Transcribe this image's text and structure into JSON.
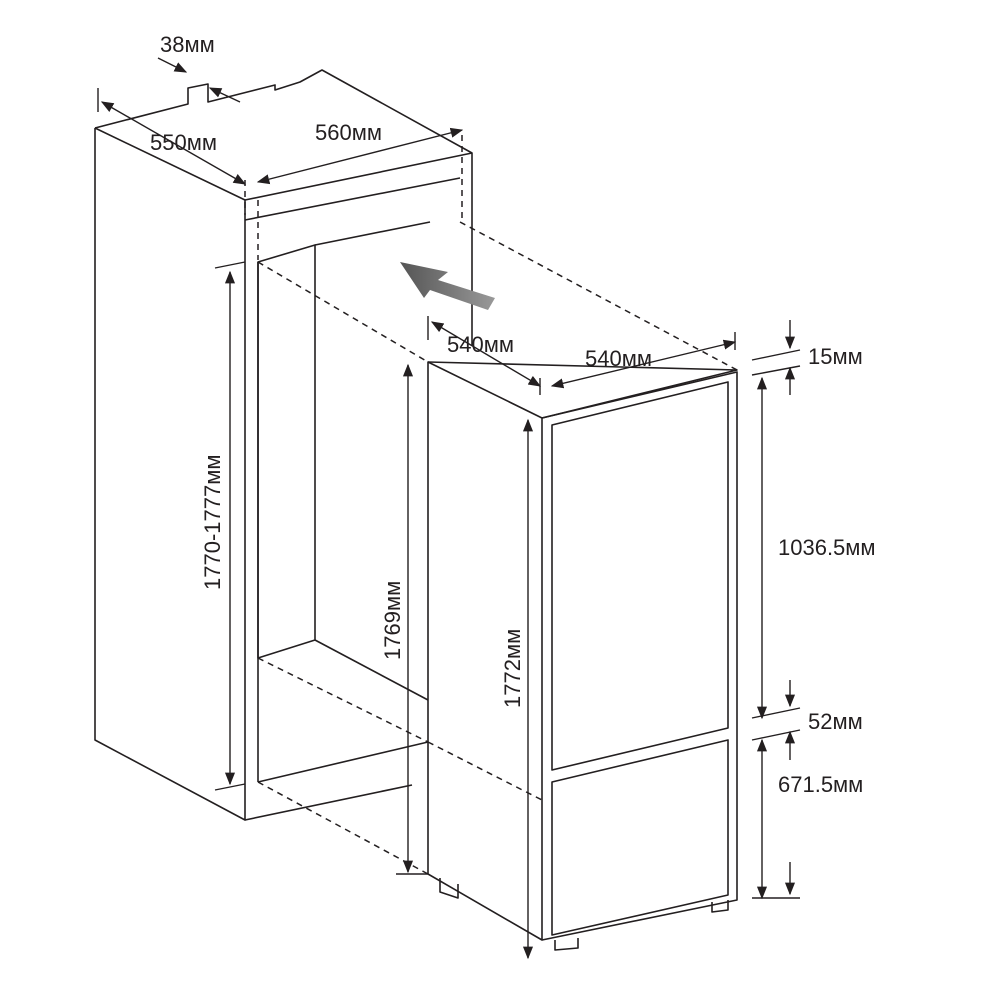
{
  "dimensions": {
    "niche_top_offset": "38мм",
    "niche_depth": "550мм",
    "niche_width": "560мм",
    "niche_height": "1770-1777мм",
    "fridge_depth": "540мм",
    "fridge_width": "540мм",
    "fridge_body_height": "1769мм",
    "fridge_total_height": "1772мм",
    "top_gap": "15мм",
    "upper_door_height": "1036.5мм",
    "door_gap": "52мм",
    "lower_door_height": "671.5мм"
  },
  "colors": {
    "line": "#231f20",
    "background": "#ffffff",
    "insert_arrow": "#666666"
  }
}
